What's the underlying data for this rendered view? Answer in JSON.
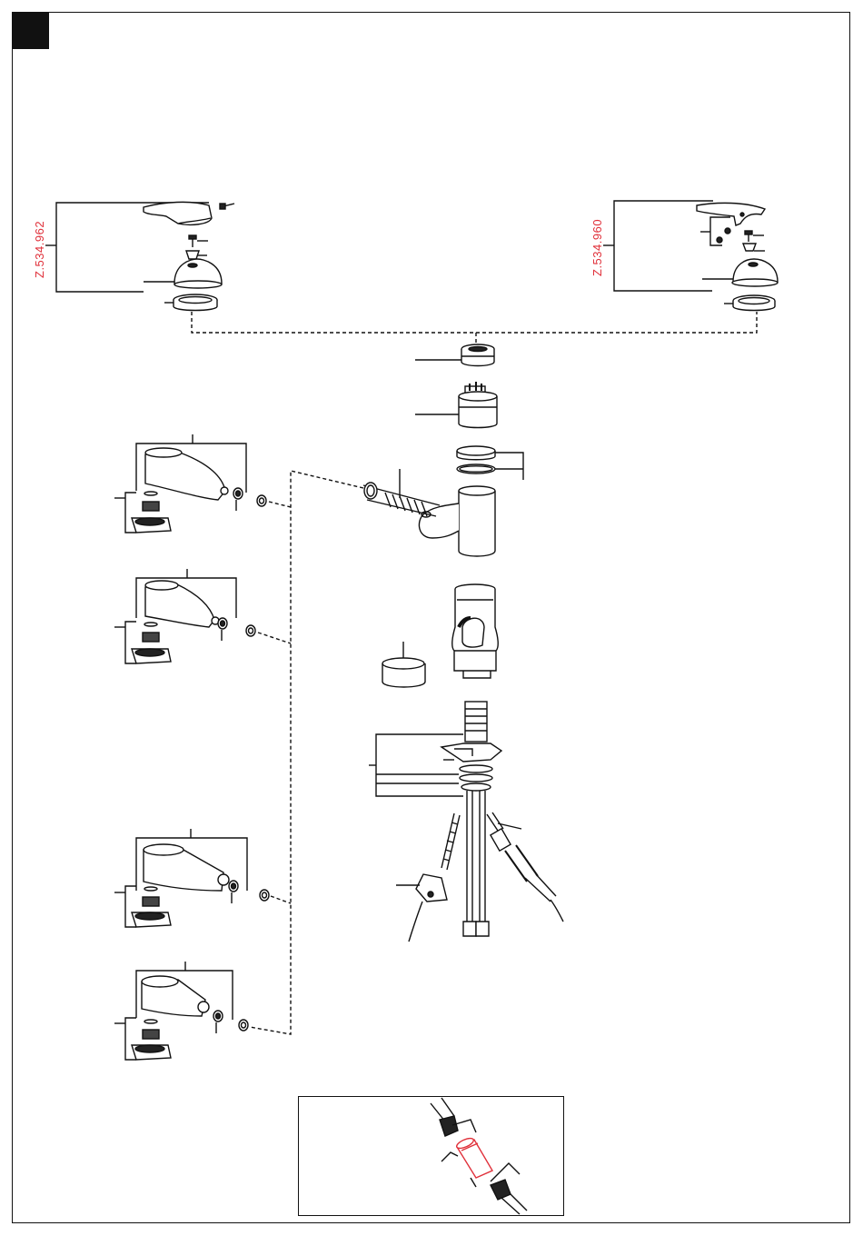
{
  "sheet": {
    "kit_left_code": "Z.534.962",
    "kit_right_code": "Z.534.960"
  },
  "colors": {
    "line": "#111111",
    "highlight": "#e0303a",
    "fill_dark": "#222222"
  },
  "icons": {
    "corner_marker": "black-square",
    "handle": "lever-handle-icon",
    "cartridge": "ceramic-cartridge-icon",
    "spout": "pull-out-spout-icon",
    "hose": "flexible-hose-icon",
    "adapter": "red-adapter-icon"
  }
}
